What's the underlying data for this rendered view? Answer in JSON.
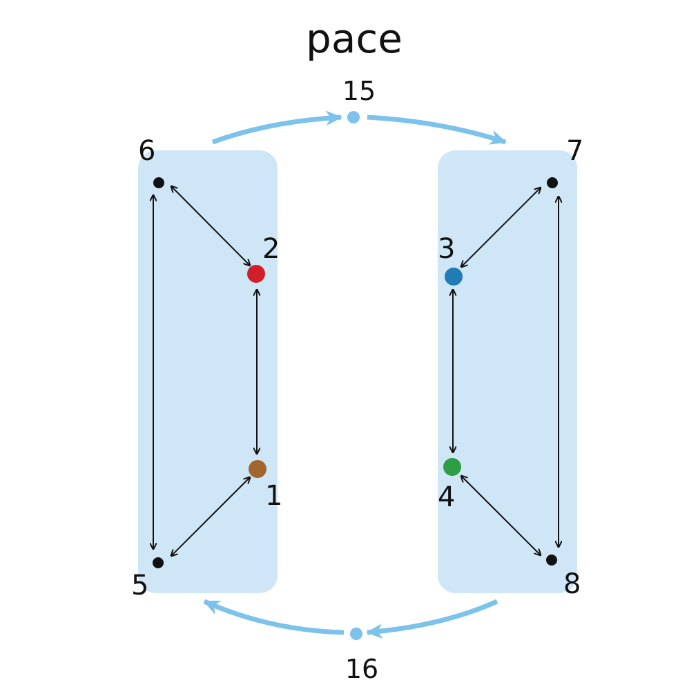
{
  "title": "pace",
  "colors": {
    "panel": "#cfe6f6",
    "cycle": "#7cc2ea",
    "edge": "#111111",
    "node_default": "#111111"
  },
  "nodes": [
    {
      "id": "1",
      "label": "1",
      "color": "#a0662e"
    },
    {
      "id": "2",
      "label": "2",
      "color": "#d11f2a"
    },
    {
      "id": "3",
      "label": "3",
      "color": "#1f7cb5"
    },
    {
      "id": "4",
      "label": "4",
      "color": "#2e9e44"
    },
    {
      "id": "5",
      "label": "5",
      "color": "#111111"
    },
    {
      "id": "6",
      "label": "6",
      "color": "#111111"
    },
    {
      "id": "7",
      "label": "7",
      "color": "#111111"
    },
    {
      "id": "8",
      "label": "8",
      "color": "#111111"
    },
    {
      "id": "15",
      "label": "15",
      "color": "#7cc2ea"
    },
    {
      "id": "16",
      "label": "16",
      "color": "#7cc2ea"
    }
  ],
  "edges": [
    {
      "from": "6",
      "to": "2",
      "bidirectional": true
    },
    {
      "from": "2",
      "to": "1",
      "bidirectional": true
    },
    {
      "from": "1",
      "to": "5",
      "bidirectional": true
    },
    {
      "from": "6",
      "to": "5",
      "bidirectional": true
    },
    {
      "from": "7",
      "to": "3",
      "bidirectional": true
    },
    {
      "from": "3",
      "to": "4",
      "bidirectional": true
    },
    {
      "from": "4",
      "to": "8",
      "bidirectional": true
    },
    {
      "from": "7",
      "to": "8",
      "bidirectional": true
    }
  ],
  "cycle_edges": [
    {
      "from": "left-group",
      "to": "15"
    },
    {
      "from": "15",
      "to": "right-group"
    },
    {
      "from": "right-group",
      "to": "16"
    },
    {
      "from": "16",
      "to": "left-group"
    }
  ]
}
